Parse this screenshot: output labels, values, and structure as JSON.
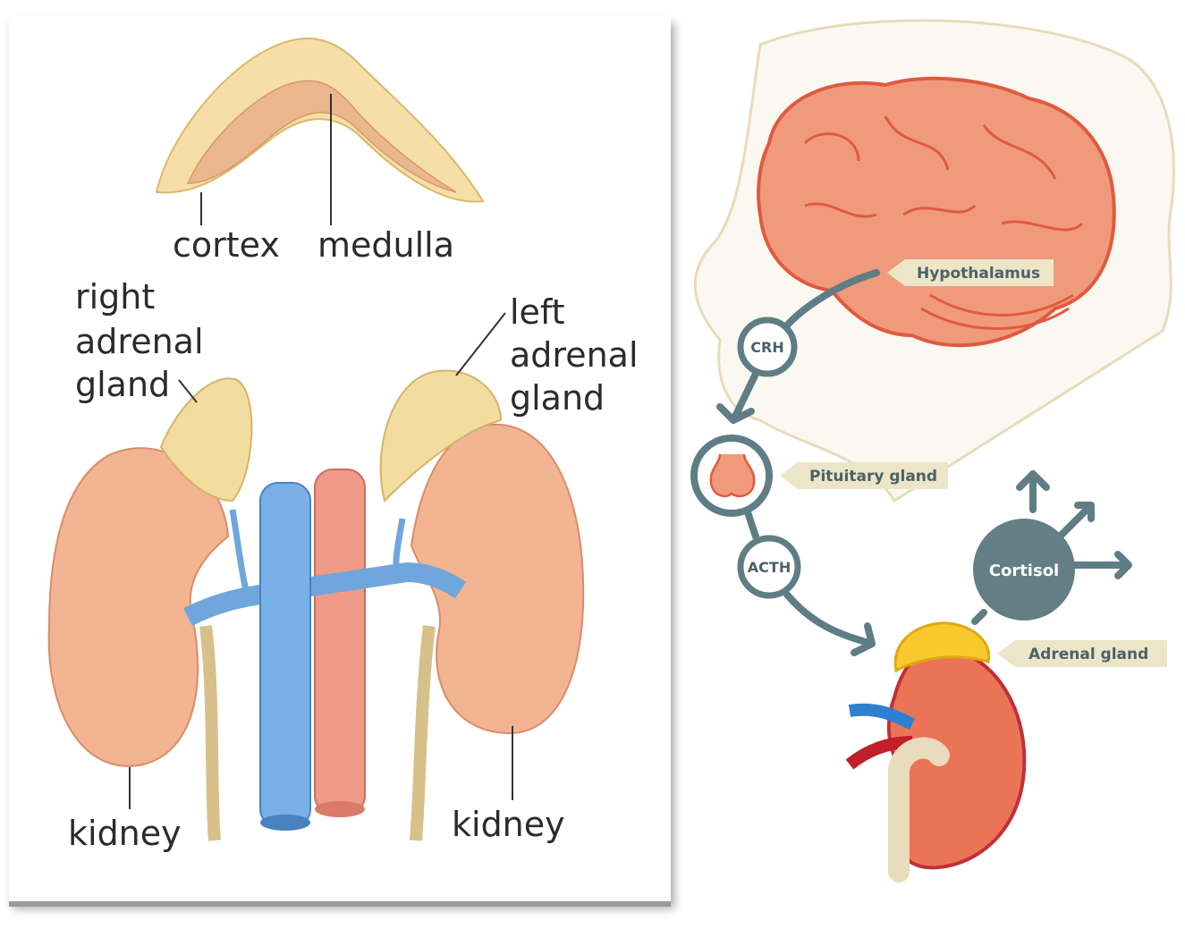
{
  "left_diagram": {
    "labels": {
      "cortex": "cortex",
      "medulla": "medulla",
      "right_adrenal_gland": [
        "right",
        "adrenal",
        "gland"
      ],
      "left_adrenal_gland": [
        "left",
        "adrenal",
        "gland"
      ],
      "kidney_left_side": "kidney",
      "kidney_right_side": "kidney"
    }
  },
  "right_diagram": {
    "labels": {
      "hypothalamus": "Hypothalamus",
      "pituitary_gland": "Pituitary gland",
      "adrenal_gland": "Adrenal gland"
    },
    "nodes": {
      "crh": "CRH",
      "acth": "ACTH",
      "cortisol": "Cortisol"
    },
    "colors": {
      "flow": "#5f7d84",
      "tag_bg": "#ede5c8",
      "brain": "#f09a7c",
      "brain_stroke": "#e05a40",
      "adrenal": "#f7c92e",
      "kidney": "#ec7456"
    }
  }
}
